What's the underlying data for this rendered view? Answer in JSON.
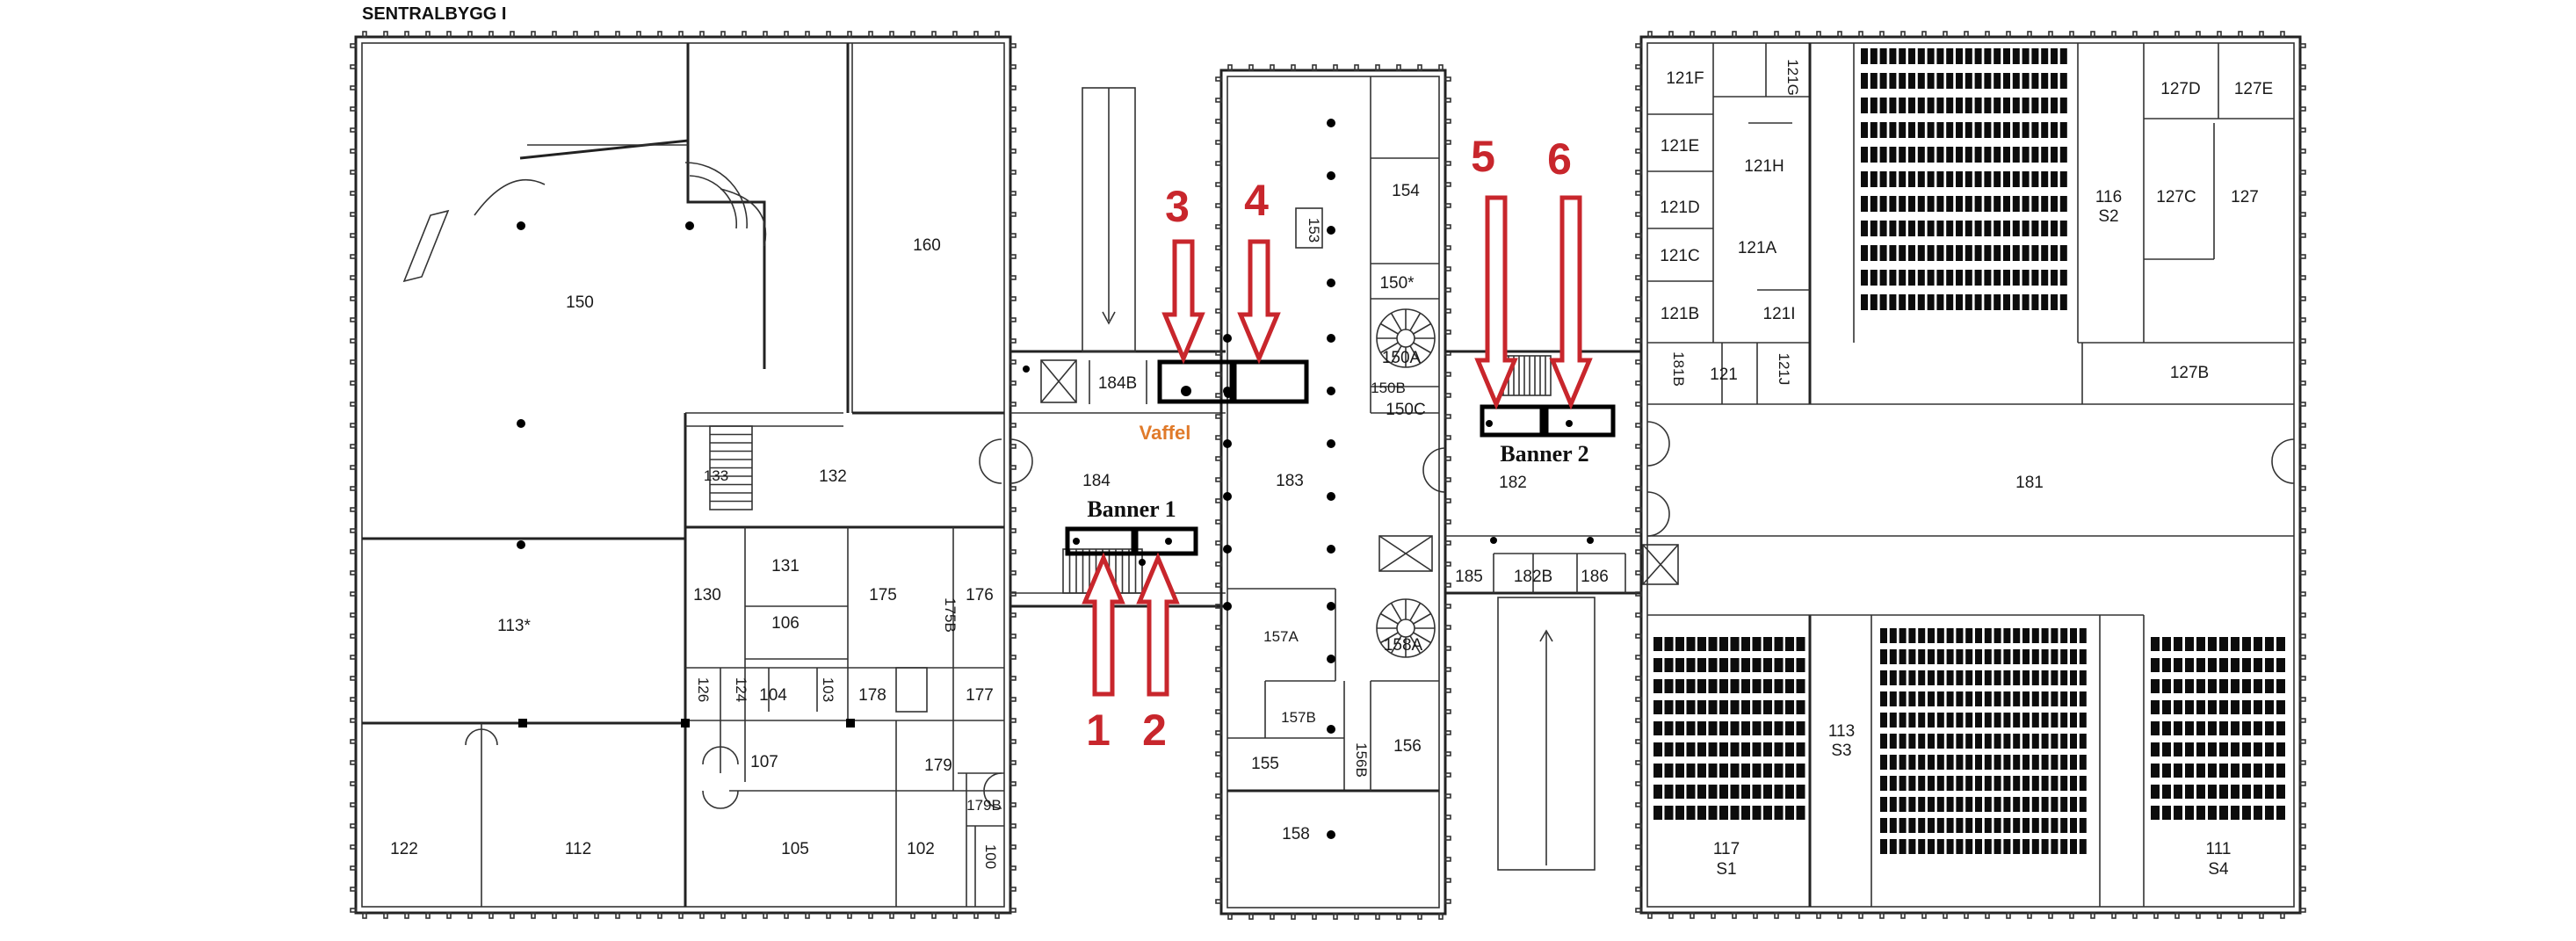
{
  "building_title": "SENTRALBYGG I",
  "vaffel_label": "Vaffel",
  "banners": [
    {
      "id": "banner1",
      "label": "Banner 1"
    },
    {
      "id": "banner2",
      "label": "Banner 2"
    }
  ],
  "markers": [
    {
      "id": "m1",
      "number": "1",
      "direction": "up"
    },
    {
      "id": "m2",
      "number": "2",
      "direction": "up"
    },
    {
      "id": "m3",
      "number": "3",
      "direction": "down"
    },
    {
      "id": "m4",
      "number": "4",
      "direction": "down"
    },
    {
      "id": "m5",
      "number": "5",
      "direction": "down"
    },
    {
      "id": "m6",
      "number": "6",
      "direction": "down"
    }
  ],
  "rooms": {
    "r150": "150",
    "r160": "160",
    "r113star": "113*",
    "r122": "122",
    "r112": "112",
    "r133": "133",
    "r132": "132",
    "r130": "130",
    "r131": "131",
    "r106": "106",
    "r175": "175",
    "r175b": "175B",
    "r176": "176",
    "r126": "126",
    "r124": "124",
    "r104": "104",
    "r103": "103",
    "r178": "178",
    "r177": "177",
    "r107": "107",
    "r179": "179",
    "r179b": "179B",
    "r105": "105",
    "r102": "102",
    "r100": "100",
    "r184b": "184B",
    "r184": "184",
    "r183": "183",
    "r153": "153",
    "r154": "154",
    "r150star": "150*",
    "r150a": "150A",
    "r150b": "150B",
    "r150c": "150C",
    "r157a": "157A",
    "r157b": "157B",
    "r156b": "156B",
    "r158a": "158A",
    "r155": "155",
    "r156": "156",
    "r158": "158",
    "r182": "182",
    "r185": "185",
    "r182b": "182B",
    "r186": "186",
    "r121f": "121F",
    "r121g": "121G",
    "r121e": "121E",
    "r121h": "121H",
    "r121d": "121D",
    "r121c": "121C",
    "r121a": "121A",
    "r121b": "121B",
    "r121i": "121I",
    "r181b": "181B",
    "r121": "121",
    "r121j": "121J",
    "r127d": "127D",
    "r127e": "127E",
    "r116": "116",
    "r116s": "S2",
    "r127c": "127C",
    "r127": "127",
    "r127b": "127B",
    "r181": "181",
    "r113": "113",
    "r113s": "S3",
    "r117": "117",
    "r117s": "S1",
    "r111": "111",
    "r111s": "S4"
  }
}
